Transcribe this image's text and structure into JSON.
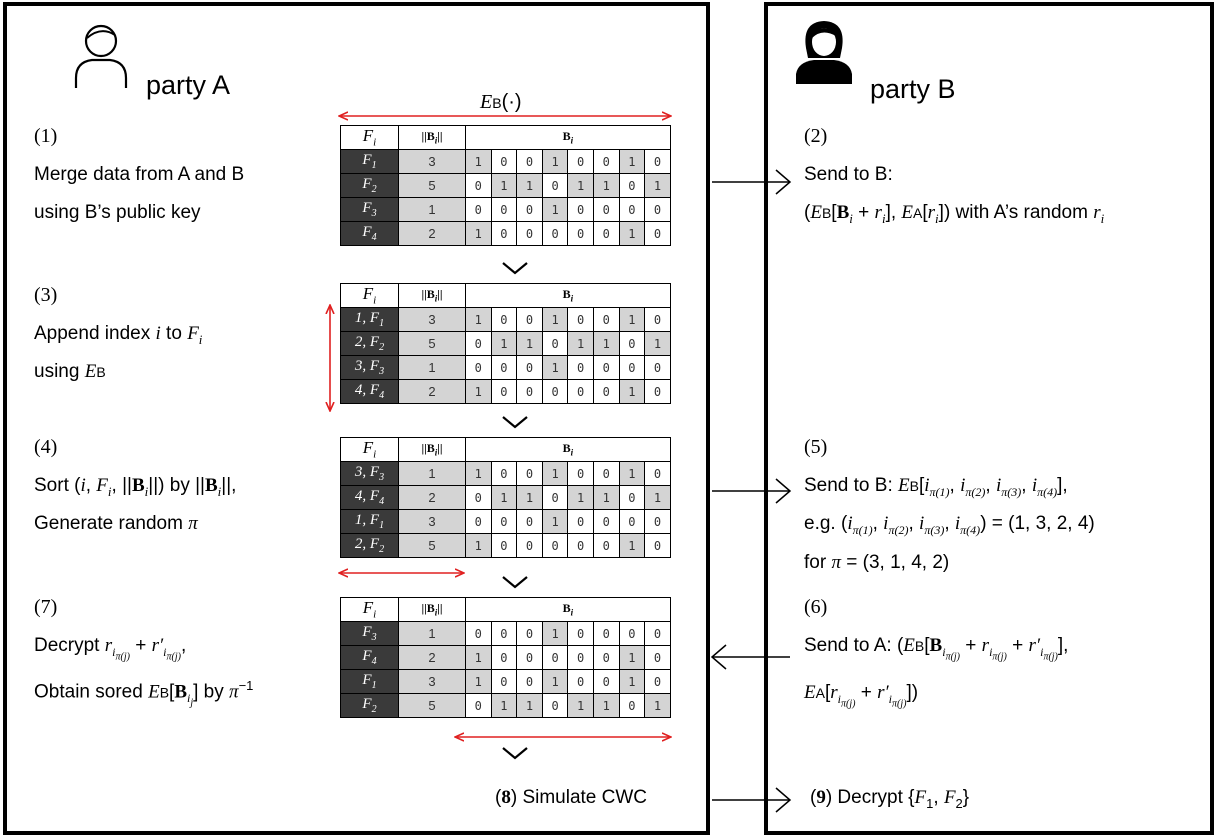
{
  "partyA": {
    "title": "party A",
    "encLabel": "E_B(·)",
    "steps": [
      {
        "num": "(1)",
        "lines": [
          "Merge data from A and B",
          "using B’s public key"
        ]
      },
      {
        "num": "(3)",
        "lines": [
          "Append index i to F_i",
          "using E_B"
        ]
      },
      {
        "num": "(4)",
        "lines": [
          "Sort (i, F_i, ||B_i||) by ||B_i||,",
          "Generate random π"
        ]
      },
      {
        "num": "(7)",
        "lines": [
          "Decrypt r_{iπ(j)} + r′_{iπ(j)},",
          "Obtain sored E_B[B_{ij}] by π^{−1}"
        ]
      }
    ],
    "step8": {
      "num": "(8)",
      "text": "Simulate CWC"
    }
  },
  "partyB": {
    "title": "party B",
    "steps": [
      {
        "num": "(2)",
        "lines": [
          "Send to B:",
          "(E_B[B_i + r_i], E_A[r_i]) with A’s random r_i"
        ]
      },
      {
        "num": "(5)",
        "lines": [
          "Send to B: E_B[i_π(1), i_π(2), i_π(3), i_π(4)],",
          "e.g. (i_π(1), i_π(2), i_π(3), i_π(4)) = (1, 3, 2, 4)",
          "for π = (3, 1, 4, 2)"
        ]
      },
      {
        "num": "(6)",
        "lines": [
          "Send to A: (E_B[B_{iπ(j)} + r_{iπ(j)} + r′_{iπ(j)}],",
          "E_A[r_{iπ(j)} + r′_{iπ(j)}])"
        ]
      },
      {
        "num": "(9)",
        "lines": [
          "Decrypt {F_1, F_2}"
        ]
      }
    ]
  },
  "tables": {
    "headers": {
      "f": "F_i",
      "n": "||B_i||",
      "b": "B_i"
    },
    "t1": {
      "rows": [
        {
          "f": "F1",
          "n": "3",
          "bits": [
            1,
            0,
            0,
            1,
            0,
            0,
            1,
            0
          ]
        },
        {
          "f": "F2",
          "n": "5",
          "bits": [
            0,
            1,
            1,
            0,
            1,
            1,
            0,
            1
          ]
        },
        {
          "f": "F3",
          "n": "1",
          "bits": [
            0,
            0,
            0,
            1,
            0,
            0,
            0,
            0
          ]
        },
        {
          "f": "F4",
          "n": "2",
          "bits": [
            1,
            0,
            0,
            0,
            0,
            0,
            1,
            0
          ]
        }
      ]
    },
    "t2": {
      "rows": [
        {
          "f": "1, F1",
          "n": "3",
          "bits": [
            1,
            0,
            0,
            1,
            0,
            0,
            1,
            0
          ]
        },
        {
          "f": "2, F2",
          "n": "5",
          "bits": [
            0,
            1,
            1,
            0,
            1,
            1,
            0,
            1
          ]
        },
        {
          "f": "3, F3",
          "n": "1",
          "bits": [
            0,
            0,
            0,
            1,
            0,
            0,
            0,
            0
          ]
        },
        {
          "f": "4, F4",
          "n": "2",
          "bits": [
            1,
            0,
            0,
            0,
            0,
            0,
            1,
            0
          ]
        }
      ]
    },
    "t3": {
      "rows": [
        {
          "f": "3, F3",
          "n": "1",
          "bits": [
            1,
            0,
            0,
            1,
            0,
            0,
            1,
            0
          ]
        },
        {
          "f": "4, F4",
          "n": "2",
          "bits": [
            0,
            1,
            1,
            0,
            1,
            1,
            0,
            1
          ]
        },
        {
          "f": "1, F1",
          "n": "3",
          "bits": [
            0,
            0,
            0,
            1,
            0,
            0,
            0,
            0
          ]
        },
        {
          "f": "2, F2",
          "n": "5",
          "bits": [
            1,
            0,
            0,
            0,
            0,
            0,
            1,
            0
          ]
        }
      ]
    },
    "t4": {
      "rows": [
        {
          "f": "F3",
          "n": "1",
          "bits": [
            0,
            0,
            0,
            1,
            0,
            0,
            0,
            0
          ]
        },
        {
          "f": "F4",
          "n": "2",
          "bits": [
            1,
            0,
            0,
            0,
            0,
            0,
            1,
            0
          ]
        },
        {
          "f": "F1",
          "n": "3",
          "bits": [
            1,
            0,
            0,
            1,
            0,
            0,
            1,
            0
          ]
        },
        {
          "f": "F2",
          "n": "5",
          "bits": [
            0,
            1,
            1,
            0,
            1,
            1,
            0,
            1
          ]
        }
      ]
    }
  },
  "colors": {
    "arrow": "#e02020",
    "dark": "#3a3a3a",
    "gray": "#d4d4d4"
  }
}
